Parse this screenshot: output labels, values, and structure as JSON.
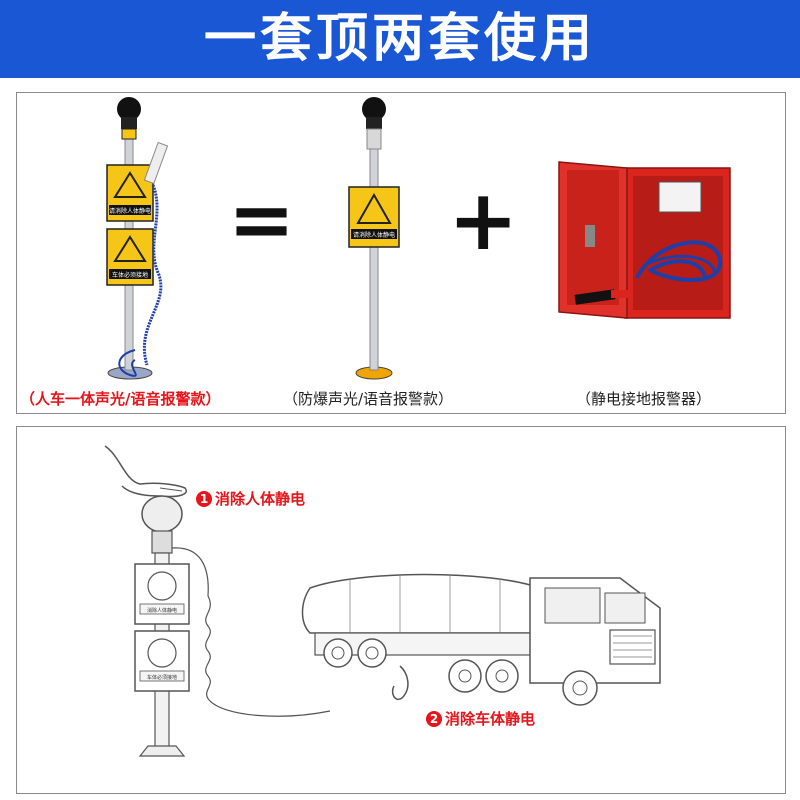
{
  "banner": {
    "title": "一套顶两套使用"
  },
  "comparison": {
    "combined_caption": "（人车一体声光/语音报警款）",
    "equals_symbol": "=",
    "plus_symbol": "+",
    "explosion_proof_caption": "（防爆声光/语音报警款）",
    "ground_alarm_caption": "（静电接地报警器）",
    "sign_text_person": "请消除人体静电",
    "sign_text_vehicle": "车体必须接地"
  },
  "diagram": {
    "callout_1_number": "1",
    "callout_1_text": "消除人体静电",
    "callout_2_number": "2",
    "callout_2_text": "消除车体静电",
    "sign_text_person": "消除人体静电",
    "sign_text_vehicle": "车体必须接地"
  },
  "colors": {
    "banner_blue": "#1a57d4",
    "accent_red": "#e5151b",
    "warning_yellow": "#f5c518",
    "cabinet_red": "#d9251d",
    "cable_blue": "#1f3fa8"
  }
}
